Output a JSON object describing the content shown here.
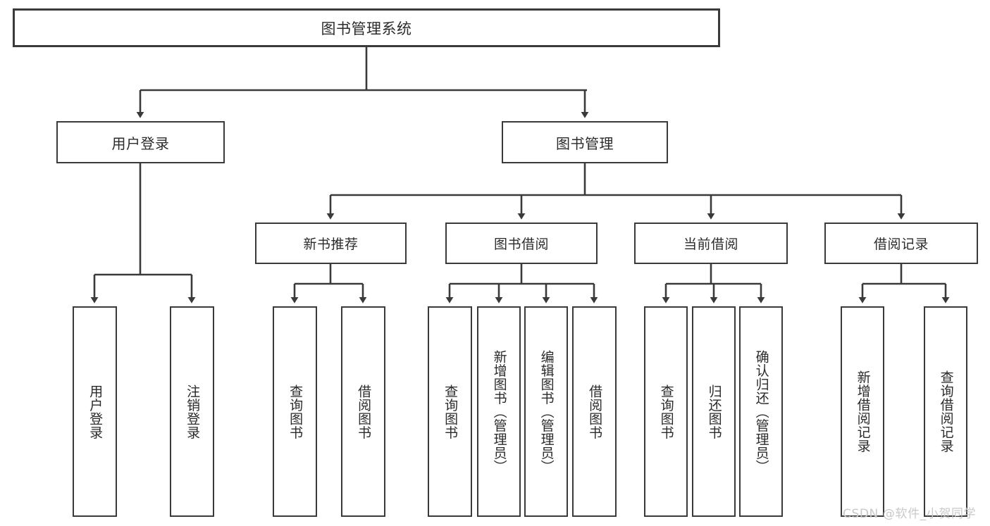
{
  "diagram": {
    "title": "图书管理系统",
    "type": "tree",
    "orientation": "top-down",
    "colors": {
      "border": "#3a3a3a",
      "fill": "#ffffff",
      "text": "#2b2b2b",
      "edge": "#3a3a3a",
      "watermark": "#c9c9c9"
    }
  },
  "nodes": {
    "root": {
      "label": "图书管理系统"
    },
    "level1": [
      {
        "id": "user-login",
        "label": "用户登录"
      },
      {
        "id": "book-management",
        "label": "图书管理"
      }
    ],
    "level2": [
      {
        "id": "new-book-recommend",
        "label": "新书推荐"
      },
      {
        "id": "book-borrow",
        "label": "图书借阅"
      },
      {
        "id": "current-borrow",
        "label": "当前借阅"
      },
      {
        "id": "borrow-record",
        "label": "借阅记录"
      }
    ],
    "leaves": [
      {
        "id": "leaf-user-login",
        "label": "用户登录",
        "parent": "user-login"
      },
      {
        "id": "leaf-logout",
        "label": "注销登录",
        "parent": "user-login"
      },
      {
        "id": "leaf-query-book-1",
        "label": "查询图书",
        "parent": "new-book-recommend"
      },
      {
        "id": "leaf-borrow-book-1",
        "label": "借阅图书",
        "parent": "new-book-recommend"
      },
      {
        "id": "leaf-query-book-2",
        "label": "查询图书",
        "parent": "book-borrow"
      },
      {
        "id": "leaf-add-book",
        "label": "新增图书（管理员）",
        "parent": "book-borrow"
      },
      {
        "id": "leaf-edit-book",
        "label": "编辑图书（管理员）",
        "parent": "book-borrow"
      },
      {
        "id": "leaf-borrow-book-2",
        "label": "借阅图书",
        "parent": "book-borrow"
      },
      {
        "id": "leaf-query-book-3",
        "label": "查询图书",
        "parent": "current-borrow"
      },
      {
        "id": "leaf-return-book",
        "label": "归还图书",
        "parent": "current-borrow"
      },
      {
        "id": "leaf-confirm-return",
        "label": "确认归还（管理员）",
        "parent": "current-borrow"
      },
      {
        "id": "leaf-add-record",
        "label": "新增借阅记录",
        "parent": "borrow-record"
      },
      {
        "id": "leaf-query-record",
        "label": "查询借阅记录",
        "parent": "borrow-record"
      }
    ]
  },
  "watermark": {
    "text": "CSDN @软件_小贺同学"
  }
}
